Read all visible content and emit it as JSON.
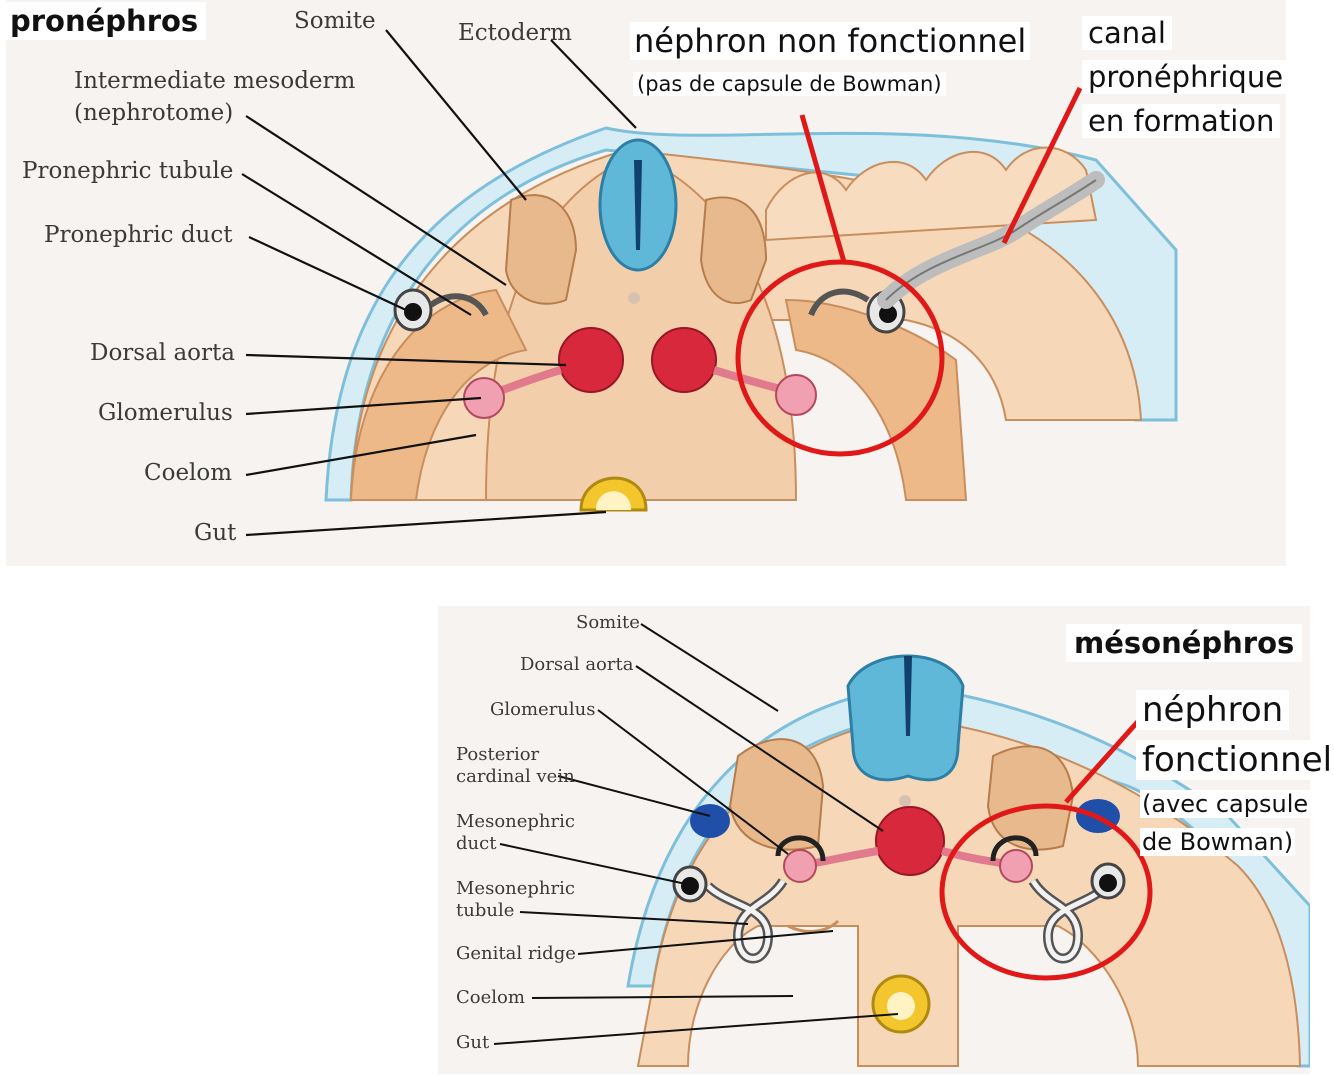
{
  "top_panel": {
    "title": "pronéphros",
    "labels": {
      "somite": "Somite",
      "ectoderm": "Ectoderm",
      "intermediate_mesoderm": "Intermediate mesoderm",
      "nephrotome": "(nephrotome)",
      "pronephric_tubule": "Pronephric tubule",
      "pronephric_duct": "Pronephric duct",
      "dorsal_aorta": "Dorsal aorta",
      "glomerulus": "Glomerulus",
      "coelom": "Coelom",
      "gut": "Gut"
    },
    "annotations": {
      "nephron_title": "néphron non fonctionnel",
      "nephron_note": "(pas de capsule de Bowman)",
      "canal_line1": "canal",
      "canal_line2": "pronéphrique",
      "canal_line3": "en formation"
    }
  },
  "bottom_panel": {
    "title": "mésonéphros",
    "labels": {
      "somite": "Somite",
      "dorsal_aorta": "Dorsal aorta",
      "glomerulus": "Glomerulus",
      "posterior": "Posterior",
      "cardinal_vein": "cardinal vein",
      "mesonephric_1": "Mesonephric",
      "duct": "duct",
      "mesonephric_2": "Mesonephric",
      "tubule": "tubule",
      "genital_ridge": "Genital ridge",
      "coelom": "Coelom",
      "gut": "Gut"
    },
    "annotations": {
      "nephron_line1": "néphron",
      "nephron_line2": "fonctionnel",
      "capsule_line1": "(avec capsule",
      "capsule_line2": "de Bowman)"
    }
  },
  "colors": {
    "tissue": "#e9b98e",
    "tissue_light": "#f4d9bf",
    "neural_tube": "#5fb8d8",
    "aorta": "#d8283c",
    "gut": "#f2c62c",
    "ectoderm_edge": "#7ec0dc",
    "highlight_circle": "#e01818",
    "vein": "#1f4fa8"
  }
}
